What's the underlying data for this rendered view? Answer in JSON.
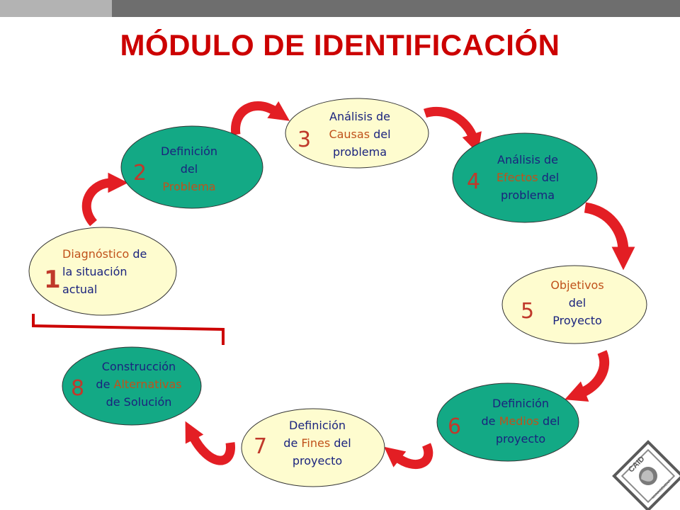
{
  "title": "MÓDULO DE IDENTIFICACIÓN",
  "colors": {
    "title": "#cc0000",
    "teal": "#13a985",
    "cream": "#fefccf",
    "arrow": "#e31e24",
    "navy": "#1a237e",
    "brown": "#c0521b",
    "number": "#c0392b"
  },
  "nodes": [
    {
      "number": "1",
      "lines": [
        [
          {
            "t": "Diagnóstico",
            "c": "brown"
          },
          {
            "t": " de",
            "c": "navy"
          }
        ],
        [
          {
            "t": "la situación",
            "c": "navy"
          }
        ],
        [
          {
            "t": "actual",
            "c": "navy"
          }
        ]
      ]
    },
    {
      "number": "2",
      "lines": [
        [
          {
            "t": "Definición",
            "c": "navy"
          }
        ],
        [
          {
            "t": "del",
            "c": "navy"
          }
        ],
        [
          {
            "t": "Problema",
            "c": "brown"
          }
        ]
      ]
    },
    {
      "number": "3",
      "lines": [
        [
          {
            "t": "Análisis de",
            "c": "navy"
          }
        ],
        [
          {
            "t": "Causas",
            "c": "brown"
          },
          {
            "t": " del",
            "c": "navy"
          }
        ],
        [
          {
            "t": "problema",
            "c": "navy"
          }
        ]
      ]
    },
    {
      "number": "4",
      "lines": [
        [
          {
            "t": "Análisis de",
            "c": "navy"
          }
        ],
        [
          {
            "t": "Efectos",
            "c": "brown"
          },
          {
            "t": " del",
            "c": "navy"
          }
        ],
        [
          {
            "t": "problema",
            "c": "navy"
          }
        ]
      ]
    },
    {
      "number": "5",
      "lines": [
        [
          {
            "t": "Objetivos",
            "c": "brown"
          }
        ],
        [
          {
            "t": "del",
            "c": "navy"
          }
        ],
        [
          {
            "t": "Proyecto",
            "c": "navy"
          }
        ]
      ]
    },
    {
      "number": "6",
      "lines": [
        [
          {
            "t": "Definición",
            "c": "navy"
          }
        ],
        [
          {
            "t": "de ",
            "c": "navy"
          },
          {
            "t": "Medios",
            "c": "brown"
          },
          {
            "t": " del",
            "c": "navy"
          }
        ],
        [
          {
            "t": "proyecto",
            "c": "navy"
          }
        ]
      ]
    },
    {
      "number": "7",
      "lines": [
        [
          {
            "t": "Definición",
            "c": "navy"
          }
        ],
        [
          {
            "t": "de ",
            "c": "navy"
          },
          {
            "t": "Fines",
            "c": "brown"
          },
          {
            "t": " del",
            "c": "navy"
          }
        ],
        [
          {
            "t": "proyecto",
            "c": "navy"
          }
        ]
      ]
    },
    {
      "number": "8",
      "lines": [
        [
          {
            "t": "Construcción",
            "c": "navy"
          }
        ],
        [
          {
            "t": "de ",
            "c": "navy"
          },
          {
            "t": "Alternativas",
            "c": "brown"
          }
        ],
        [
          {
            "t": "de Solución",
            "c": "navy"
          }
        ]
      ]
    }
  ],
  "logo": {
    "text": "CAID",
    "subtext": "MANAGEMENT"
  }
}
